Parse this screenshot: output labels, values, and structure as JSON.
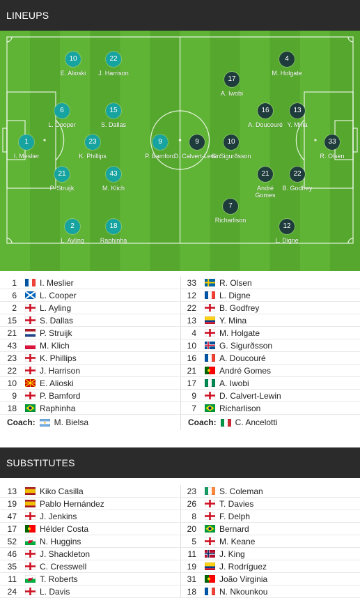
{
  "lineups_title": "LINEUPS",
  "substitutes_title": "SUBSTITUTES",
  "home": {
    "players": [
      {
        "num": "1",
        "name": "I. Meslier",
        "flag": "france"
      },
      {
        "num": "6",
        "name": "L. Cooper",
        "flag": "scotland"
      },
      {
        "num": "2",
        "name": "L. Ayling",
        "flag": "england"
      },
      {
        "num": "15",
        "name": "S. Dallas",
        "flag": "england"
      },
      {
        "num": "21",
        "name": "P. Struijk",
        "flag": "netherlands"
      },
      {
        "num": "43",
        "name": "M. Klich",
        "flag": "poland"
      },
      {
        "num": "23",
        "name": "K. Phillips",
        "flag": "england"
      },
      {
        "num": "22",
        "name": "J. Harrison",
        "flag": "england"
      },
      {
        "num": "10",
        "name": "E. Alioski",
        "flag": "north-macedonia"
      },
      {
        "num": "9",
        "name": "P. Bamford",
        "flag": "england"
      },
      {
        "num": "18",
        "name": "Raphinha",
        "flag": "brazil"
      }
    ],
    "coach_label": "Coach:",
    "coach": {
      "name": "M. Bielsa",
      "flag": "argentina"
    },
    "subs": [
      {
        "num": "13",
        "name": "Kiko Casilla",
        "flag": "spain"
      },
      {
        "num": "19",
        "name": "Pablo Hernández",
        "flag": "spain"
      },
      {
        "num": "47",
        "name": "J. Jenkins",
        "flag": "england"
      },
      {
        "num": "17",
        "name": "Hélder Costa",
        "flag": "portugal"
      },
      {
        "num": "52",
        "name": "N. Huggins",
        "flag": "wales"
      },
      {
        "num": "46",
        "name": "J. Shackleton",
        "flag": "england"
      },
      {
        "num": "35",
        "name": "C. Cresswell",
        "flag": "england"
      },
      {
        "num": "11",
        "name": "T. Roberts",
        "flag": "wales"
      },
      {
        "num": "24",
        "name": "L. Davis",
        "flag": "england"
      }
    ]
  },
  "away": {
    "players": [
      {
        "num": "33",
        "name": "R. Olsen",
        "flag": "sweden"
      },
      {
        "num": "12",
        "name": "L. Digne",
        "flag": "france"
      },
      {
        "num": "22",
        "name": "B. Godfrey",
        "flag": "england"
      },
      {
        "num": "13",
        "name": "Y. Mina",
        "flag": "colombia"
      },
      {
        "num": "4",
        "name": "M. Holgate",
        "flag": "england"
      },
      {
        "num": "10",
        "name": "G. Sigurðsson",
        "flag": "iceland"
      },
      {
        "num": "16",
        "name": "A. Doucouré",
        "flag": "france"
      },
      {
        "num": "21",
        "name": "André Gomes",
        "flag": "portugal"
      },
      {
        "num": "17",
        "name": "A. Iwobi",
        "flag": "nigeria"
      },
      {
        "num": "9",
        "name": "D. Calvert-Lewin",
        "flag": "england"
      },
      {
        "num": "7",
        "name": "Richarlison",
        "flag": "brazil"
      }
    ],
    "coach_label": "Coach:",
    "coach": {
      "name": "C. Ancelotti",
      "flag": "italy"
    },
    "subs": [
      {
        "num": "23",
        "name": "S. Coleman",
        "flag": "ireland"
      },
      {
        "num": "26",
        "name": "T. Davies",
        "flag": "england"
      },
      {
        "num": "8",
        "name": "F. Delph",
        "flag": "england"
      },
      {
        "num": "20",
        "name": "Bernard",
        "flag": "brazil"
      },
      {
        "num": "5",
        "name": "M. Keane",
        "flag": "england"
      },
      {
        "num": "11",
        "name": "J. King",
        "flag": "norway"
      },
      {
        "num": "19",
        "name": "J. Rodríguez",
        "flag": "colombia"
      },
      {
        "num": "31",
        "name": "João Virginia",
        "flag": "portugal"
      },
      {
        "num": "18",
        "name": "N. Nkounkou",
        "flag": "france"
      }
    ]
  },
  "pitch": {
    "home": [
      {
        "num": "1",
        "label": "I. Meslier"
      },
      {
        "num": "10",
        "label": "E. Alioski"
      },
      {
        "num": "22",
        "label": "J. Harrison"
      },
      {
        "num": "6",
        "label": "L. Cooper"
      },
      {
        "num": "15",
        "label": "S. Dallas"
      },
      {
        "num": "23",
        "label": "K. Phillips"
      },
      {
        "num": "21",
        "label": "P. Struijk"
      },
      {
        "num": "43",
        "label": "M. Klich"
      },
      {
        "num": "2",
        "label": "L. Ayling"
      },
      {
        "num": "18",
        "label": "Raphinha"
      },
      {
        "num": "9",
        "label": "P. Bamford"
      }
    ],
    "away": [
      {
        "num": "9",
        "label": "D. Calvert-Lewin"
      },
      {
        "num": "10",
        "label": "G. Sigurðsson"
      },
      {
        "num": "4",
        "label": "M. Holgate"
      },
      {
        "num": "17",
        "label": "A. Iwobi"
      },
      {
        "num": "16",
        "label": "A. Doucouré"
      },
      {
        "num": "13",
        "label": "Y. Mina"
      },
      {
        "num": "33",
        "label": "R. Olsen"
      },
      {
        "num": "21",
        "label": "André Gomes"
      },
      {
        "num": "22",
        "label": "B. Godfrey"
      },
      {
        "num": "7",
        "label": "Richarlison"
      },
      {
        "num": "12",
        "label": "L. Digne"
      }
    ]
  },
  "colors": {
    "pitch_light": "#5fb335",
    "pitch_dark": "#55a82d",
    "home_disc": "#17a3a0",
    "away_disc": "#1f3c3c",
    "header_bg": "#2b2b2b"
  }
}
